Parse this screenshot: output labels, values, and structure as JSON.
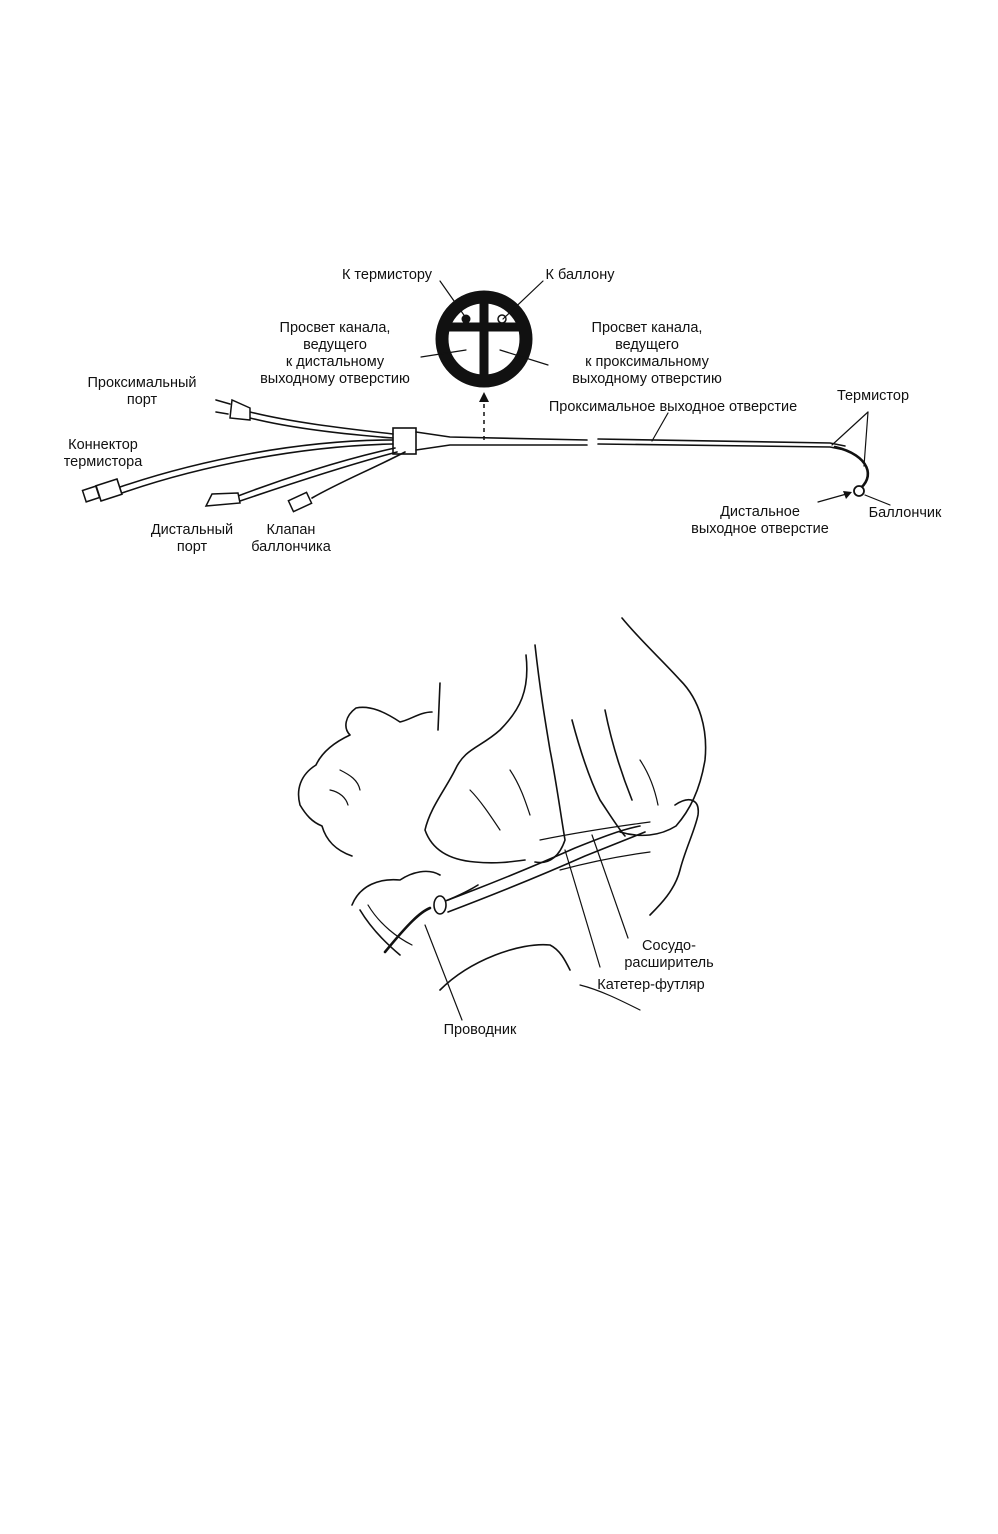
{
  "catheter_diagram": {
    "cross_section": {
      "to_thermistor": "К термистору",
      "to_balloon": "К баллону",
      "distal_lumen": [
        "Просвет канала,",
        "ведущего",
        "к дистальному",
        "выходному отверстию"
      ],
      "proximal_lumen": [
        "Просвет канала,",
        "ведущего",
        "к проксимальному",
        "выходному отверстию"
      ]
    },
    "proximal_port": [
      "Проксимальный",
      "порт"
    ],
    "thermistor_connector": [
      "Коннектор",
      "термистора"
    ],
    "distal_port": [
      "Дистальный",
      "порт"
    ],
    "balloon_valve": [
      "Клапан",
      "баллончика"
    ],
    "proximal_outlet": "Проксимальное выходное отверстие",
    "thermistor": "Термистор",
    "distal_outlet": [
      "Дистальное",
      "выходное отверстие"
    ],
    "balloon": "Баллончик"
  },
  "insertion_diagram": {
    "dilator": [
      "Сосудо-",
      "расширитель"
    ],
    "sheath": "Катетер-футляр",
    "guidewire": "Проводник"
  },
  "colors": {
    "ink": "#111111",
    "paper": "#ffffff"
  }
}
